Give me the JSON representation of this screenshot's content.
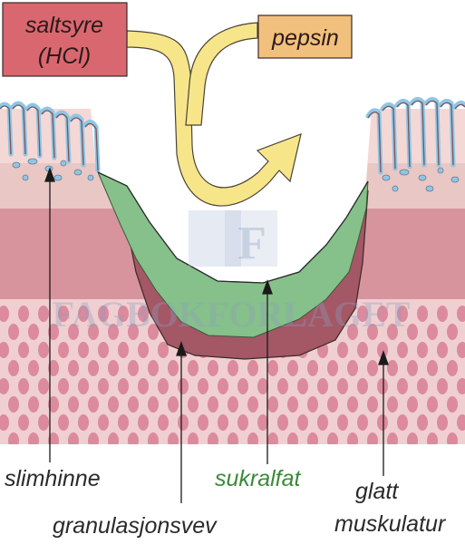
{
  "title": "",
  "boxes": {
    "hcl_line1": "saltsyre",
    "hcl_line2": "(HCl)",
    "pepsin": "pepsin"
  },
  "labels": {
    "slimhinne": "slimhinne",
    "granulasjonsvev": "granulasjonsvev",
    "sukralfat": "sukralfat",
    "glatt_line1": "glatt",
    "glatt_line2": "muskulatur"
  },
  "watermark": {
    "text": "FAGBOKFORLAGET",
    "letter": "F"
  },
  "colors": {
    "hcl_box": "#d9676f",
    "pepsin_box": "#f2c07d",
    "arrow": "#f7e58a",
    "mucosa": "#e9c7c5",
    "mucosa_top": "#f3d8d6",
    "villi_edge": "#8fc6e6",
    "band": "#d7949c",
    "muscle_bg": "#f0cfd1",
    "muscle_cells": "#dc8a9d",
    "sukralfat": "#86c08a",
    "granulation": "#a45765",
    "label_green": "#3a8a3a"
  }
}
